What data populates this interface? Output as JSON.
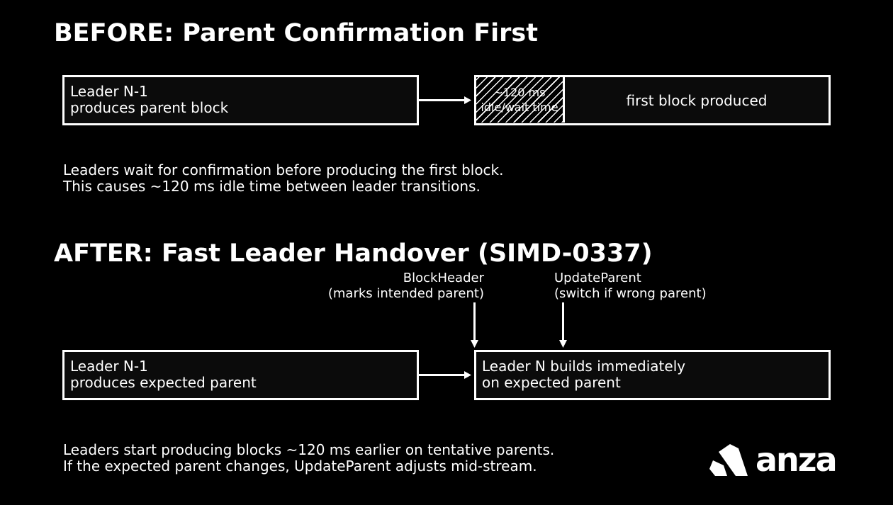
{
  "before": {
    "title": "BEFORE: Parent Confirmation First",
    "leader_box": {
      "line1": "Leader N-1",
      "line2": "produces parent block"
    },
    "idle": {
      "line1": "~120 ms",
      "line2": "idle/wait time"
    },
    "produced_label": "first block produced",
    "description": {
      "line1": "Leaders wait for confirmation before producing the first block.",
      "line2": "This causes ~120 ms idle time between leader transitions."
    }
  },
  "after": {
    "title": "AFTER: Fast Leader Handover (SIMD-0337)",
    "block_header": {
      "line1": "BlockHeader",
      "line2": "(marks intended parent)"
    },
    "update_parent": {
      "line1": "UpdateParent",
      "line2": "(switch if wrong parent)"
    },
    "leader_prev_box": {
      "line1": "Leader N-1",
      "line2": "produces expected parent"
    },
    "leader_next_box": {
      "line1": "Leader N builds immediately",
      "line2": "on expected parent"
    },
    "description": {
      "line1": "Leaders start producing blocks ~120 ms earlier on tentative parents.",
      "line2": "If the expected parent changes, UpdateParent adjusts mid-stream."
    }
  },
  "brand": {
    "name": "anza",
    "icon": "anza-logo-icon"
  },
  "colors": {
    "background": "#000000",
    "foreground": "#ffffff",
    "box_fill": "#0b0b0b"
  }
}
